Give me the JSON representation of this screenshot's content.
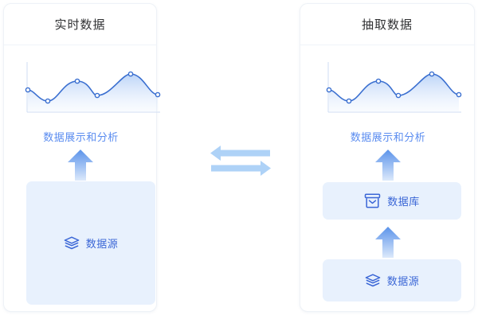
{
  "theme": {
    "accent_blue": "#3a66d6",
    "caption_blue": "#5a8cf0",
    "box_fill": "#e8f1fd",
    "arrow_blue": "#4a86e8",
    "exchange_arrow": "#aed2f7",
    "card_bg": "#ffffff",
    "title_color": "#303133",
    "page_bg": "#ffffff"
  },
  "cards": [
    {
      "id": "realtime",
      "title": "实时数据",
      "caption": "数据展示和分析",
      "boxes": [
        {
          "id": "data-source",
          "label": "数据源",
          "icon": "layers-icon"
        }
      ]
    },
    {
      "id": "extract",
      "title": "抽取数据",
      "caption": "数据展示和分析",
      "boxes": [
        {
          "id": "database",
          "label": "数据库",
          "icon": "database-box-icon"
        },
        {
          "id": "data-source",
          "label": "数据源",
          "icon": "layers-icon"
        }
      ]
    }
  ],
  "connector": {
    "icon": "exchange-arrows-icon",
    "top_arrow_direction": "left",
    "bottom_arrow_direction": "right"
  },
  "chart_data": {
    "type": "line",
    "title": "",
    "xlabel": "",
    "ylabel": "",
    "grid": false,
    "legend": false,
    "x": [
      0,
      1,
      2,
      3,
      4,
      5
    ],
    "values": [
      42,
      26,
      58,
      35,
      75,
      30
    ],
    "ylim": [
      0,
      100
    ],
    "marker": "open-circle",
    "area_fill": true,
    "smooth": true,
    "series": [
      {
        "name": "数据展示和分析",
        "values": [
          42,
          26,
          58,
          35,
          75,
          30
        ]
      }
    ]
  }
}
